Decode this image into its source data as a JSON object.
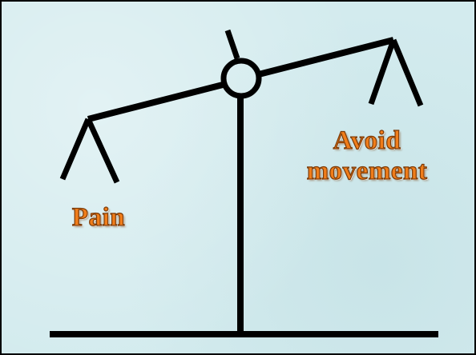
{
  "diagram": {
    "left_pan_label": "Pain",
    "right_pan_label_line1": "Avoid",
    "right_pan_label_line2": "movement",
    "colors": {
      "background": "#d3ebee",
      "label_text": "#f07d1a",
      "scale_lines": "#000000"
    }
  }
}
